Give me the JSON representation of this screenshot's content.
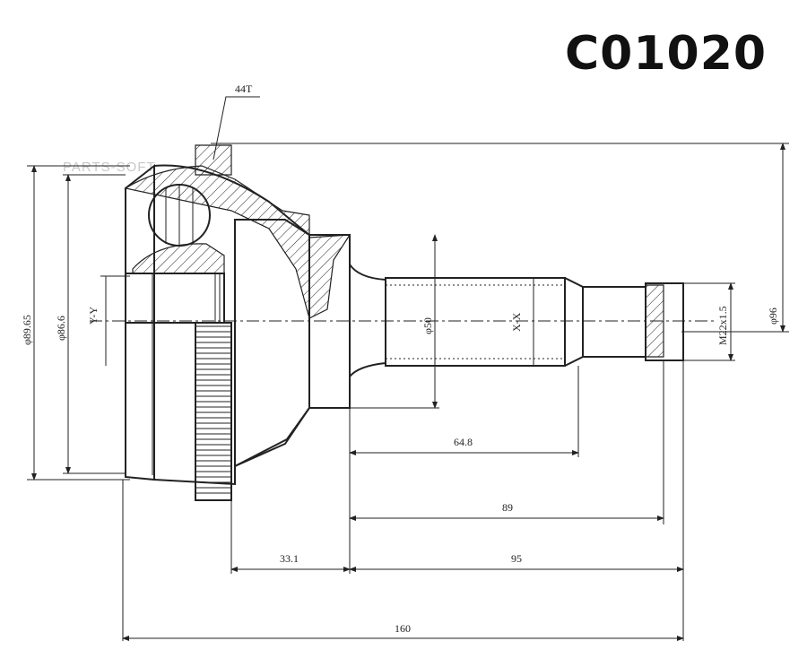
{
  "title": "C01020",
  "watermark": "PARTS-SOFT",
  "labels": {
    "teeth": "44T",
    "outer_dia_1": "φ89.65",
    "outer_dia_2": "φ86.6",
    "axis_y": "Y-Y",
    "axis_x": "X-X",
    "shaft_dia": "φ50",
    "thread": "M22x1.5",
    "right_dia": "φ96",
    "dim_64_8": "64.8",
    "dim_89": "89",
    "dim_33_1": "33.1",
    "dim_95": "95",
    "dim_160": "160"
  }
}
